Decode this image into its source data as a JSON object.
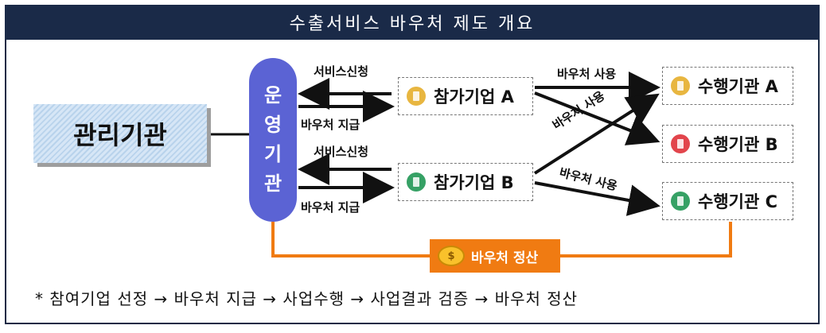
{
  "title": "수출서비스 바우처 제도 개요",
  "management": "관리기관",
  "operator": [
    "운",
    "영",
    "기",
    "관"
  ],
  "participants": [
    {
      "name": "참가기업 A",
      "icon": "building-icon",
      "color": "#e8b640"
    },
    {
      "name": "참가기업 B",
      "icon": "building-icon",
      "color": "#36a165"
    }
  ],
  "performers": [
    {
      "name": "수행기관 A",
      "icon": "building-icon",
      "color": "#e8b640"
    },
    {
      "name": "수행기관 B",
      "icon": "building-icon",
      "color": "#e2454c"
    },
    {
      "name": "수행기관 C",
      "icon": "building-icon",
      "color": "#36a165"
    }
  ],
  "labels": {
    "apply_a": "서비스신청",
    "issue_a": "바우처 지급",
    "apply_b": "서비스신청",
    "issue_b": "바우처 지급",
    "use_top": "바우처 사용",
    "use_diag": "바우처 사용",
    "use_bottom": "바우처 사용"
  },
  "settlement": {
    "label": "바우처 정산",
    "icon": "coin-icon",
    "symbol": "$"
  },
  "footnote": "* 참여기업 선정 → 바우처 지급 → 사업수행 → 사업결과 검증 → 바우처 정산",
  "colors": {
    "header": "#1a2a48",
    "operator": "#5b63d4",
    "settlement": "#f07b12"
  }
}
